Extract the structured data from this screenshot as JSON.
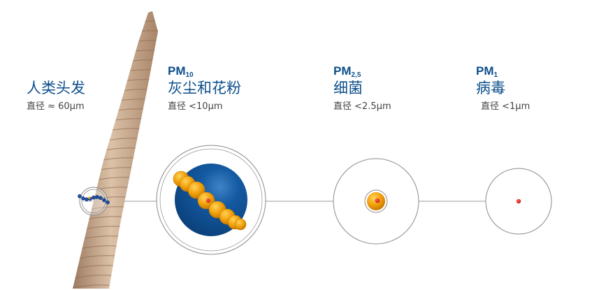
{
  "items": [
    {
      "key": "hair",
      "pm_prefix": "",
      "pm_sub": "",
      "name": "人类头发",
      "size": "直径 ≈ 60μm"
    },
    {
      "key": "dust",
      "pm_prefix": "PM",
      "pm_sub": "10",
      "name": "灰尘和花粉",
      "size": "直径 <10μm"
    },
    {
      "key": "bacteria",
      "pm_prefix": "PM",
      "pm_sub": "2,5",
      "name": "细菌",
      "size": "直径 <2.5μm"
    },
    {
      "key": "virus",
      "pm_prefix": "PM",
      "pm_sub": "1",
      "name": "病毒",
      "size": "直径 <1μm"
    }
  ],
  "colors": {
    "text_blue": "#0d4f8c",
    "particle_blue": "#0e4f94",
    "orange": "#f2a20c",
    "red": "#e0211c",
    "hair": "#c9a98c",
    "line": "#9a9a9a"
  }
}
